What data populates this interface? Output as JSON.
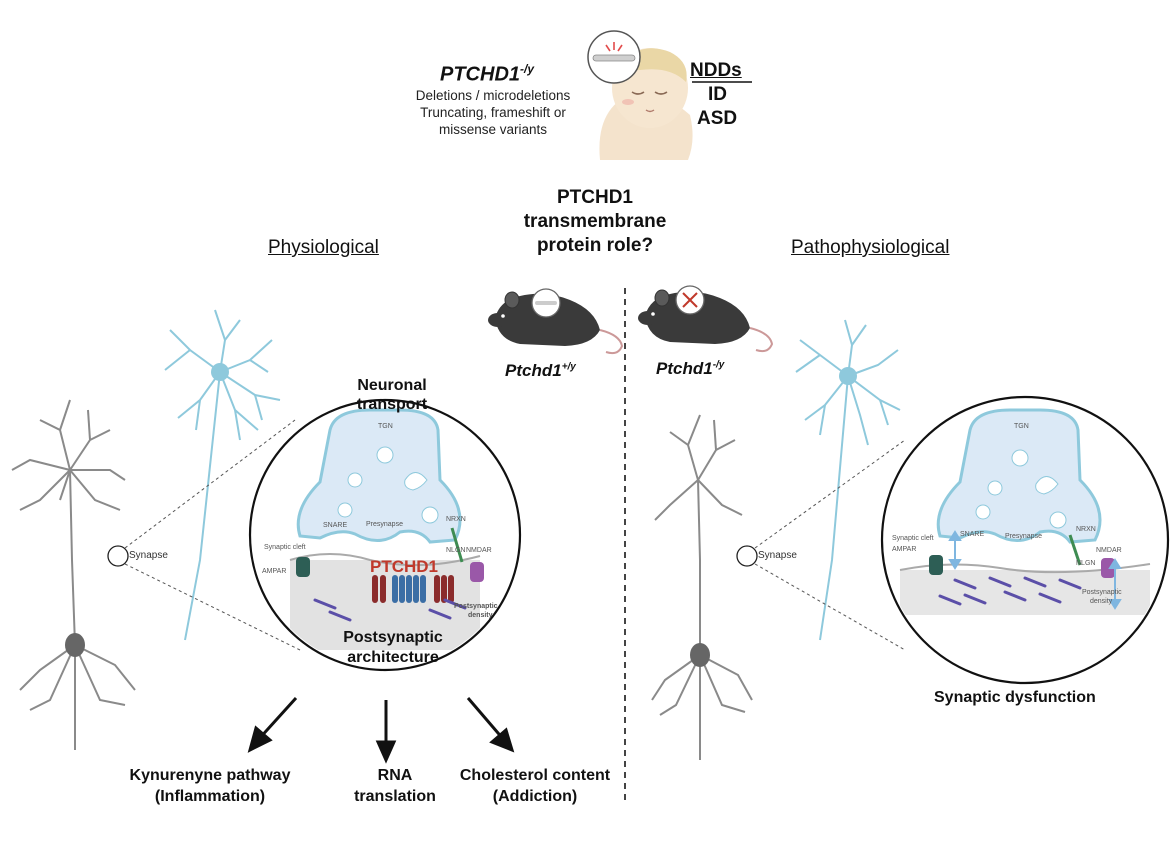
{
  "header": {
    "gene": "PTCHD1",
    "gene_sup": "-/y",
    "variants": [
      "Deletions / microdeletions",
      "Truncating, frameshift or",
      "missense variants"
    ],
    "phenotypes": [
      "NDDs",
      "ID",
      "ASD"
    ]
  },
  "question": [
    "PTCHD1",
    "transmembrane",
    "protein role?"
  ],
  "sections": {
    "left": "Physiological",
    "right": "Pathophysiological"
  },
  "mice": {
    "wt_label": "Ptchd1",
    "wt_sup": "+/y",
    "ko_label": "Ptchd1",
    "ko_sup": "-/y"
  },
  "left_panel": {
    "synapse_label": "Synapse",
    "neuronal_transport": [
      "Neuronal",
      "transport"
    ],
    "postsynaptic_architecture": [
      "Postsynaptic",
      "architecture"
    ],
    "inset": {
      "tgn": "TGN",
      "presynapse": "Presynapse",
      "snare": "SNARE",
      "synaptic_cleft": "Synaptic cleft",
      "ampar": "AMPAR",
      "nrxn": "NRXN",
      "nlgn": "NLGN",
      "nmdar": "NMDAR",
      "ptchd1": "PTCHD1",
      "psd": [
        "Postsynaptic",
        "density"
      ]
    }
  },
  "right_panel": {
    "synapse_label": "Synapse",
    "synaptic_dysfunction": "Synaptic dysfunction",
    "inset": {
      "tgn": "TGN",
      "presynapse": "Presynapse",
      "snare": "SNARE",
      "synaptic_cleft": "Synaptic cleft",
      "ampar": "AMPAR",
      "nrxn": "NRXN",
      "nlgn": "NLGN",
      "nmdar": "NMDAR",
      "psd": [
        "Postsynaptic",
        "density"
      ]
    }
  },
  "outcomes": [
    {
      "line1": "Kynurenyne pathway",
      "line2": "(Inflammation)"
    },
    {
      "line1": "RNA",
      "line2": "translation"
    },
    {
      "line1": "Cholesterol content",
      "line2": "(Addiction)"
    }
  ],
  "colors": {
    "neuron_blue": "#8ec9dc",
    "neuron_gray": "#8a8a8a",
    "presynapse_fill": "#dbe9f6",
    "ptchd1_red": "#c0392b",
    "receptor_green": "#2d5e55",
    "receptor_purple": "#9a58a8",
    "arrow_blue": "#7fb6e0"
  }
}
